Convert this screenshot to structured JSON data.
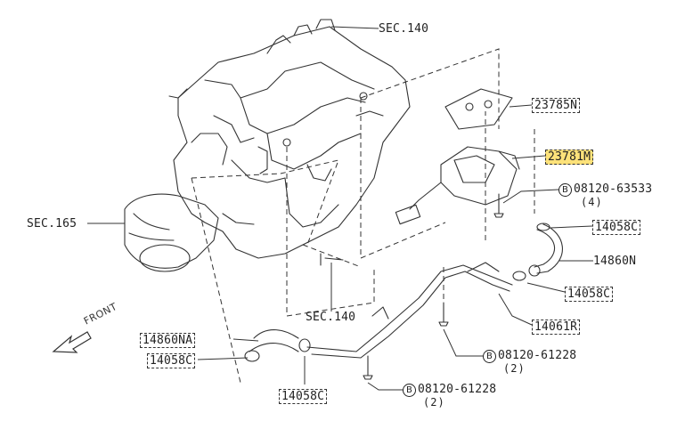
{
  "labels": {
    "sec140_top": "SEC.140",
    "sec165": "SEC.165",
    "sec140_bottom": "SEC.140",
    "p23785n": "23785N",
    "p23781m": "23781M",
    "bolt_63533": "08120-63533",
    "bolt_63533_qty": "(4)",
    "p14058c_a": "14058C",
    "p14860n": "14860N",
    "p14058c_b": "14058C",
    "p14061r": "14061R",
    "bolt_61228_a": "08120-61228",
    "bolt_61228_a_qty": "(2)",
    "p14860na": "14860NA",
    "p14058c_c": "14058C",
    "p14058c_d": "14058C",
    "bolt_61228_b": "08120-61228",
    "bolt_61228_b_qty": "(2)",
    "bolt_symbol": "B",
    "front": "FRONT"
  },
  "colors": {
    "line": "#333333",
    "highlight": "#fde27a"
  },
  "icons": {
    "front_arrow": "front-arrow-icon",
    "bolt": "bolt-b-circle-icon"
  }
}
